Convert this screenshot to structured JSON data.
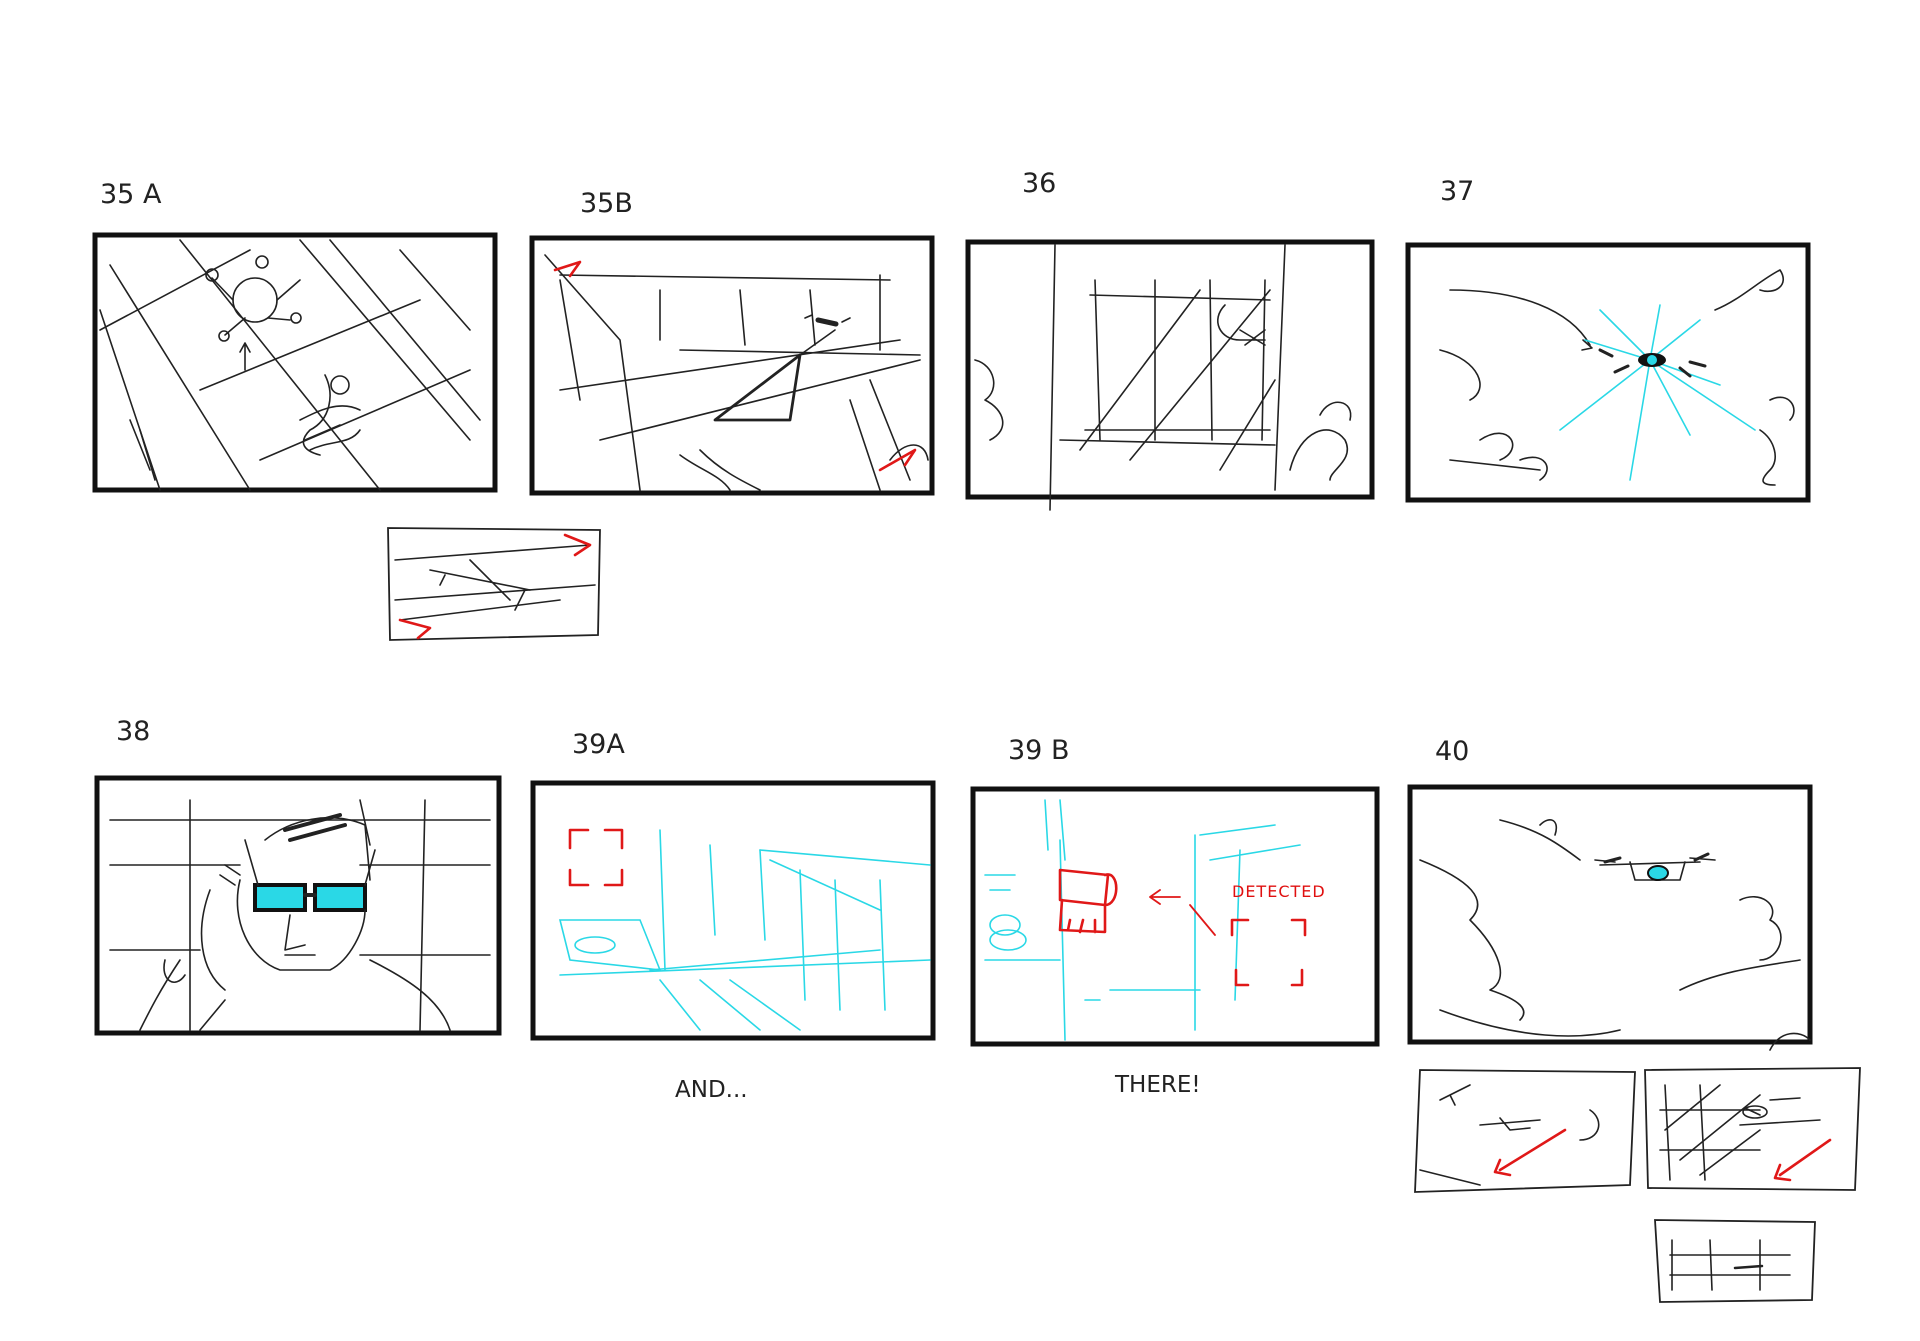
{
  "panels": [
    {
      "label": "35 A"
    },
    {
      "label": "35B"
    },
    {
      "label": "36"
    },
    {
      "label": "37"
    },
    {
      "label": "38"
    },
    {
      "label": "39A"
    },
    {
      "label": "39 B"
    },
    {
      "label": "40"
    }
  ],
  "captions": {
    "and": "AND...",
    "there": "THERE!",
    "detected": "DETECTED"
  },
  "colors": {
    "ink": "#222222",
    "frame": "#111111",
    "cyan": "#2ad8e6",
    "red": "#e01818"
  }
}
